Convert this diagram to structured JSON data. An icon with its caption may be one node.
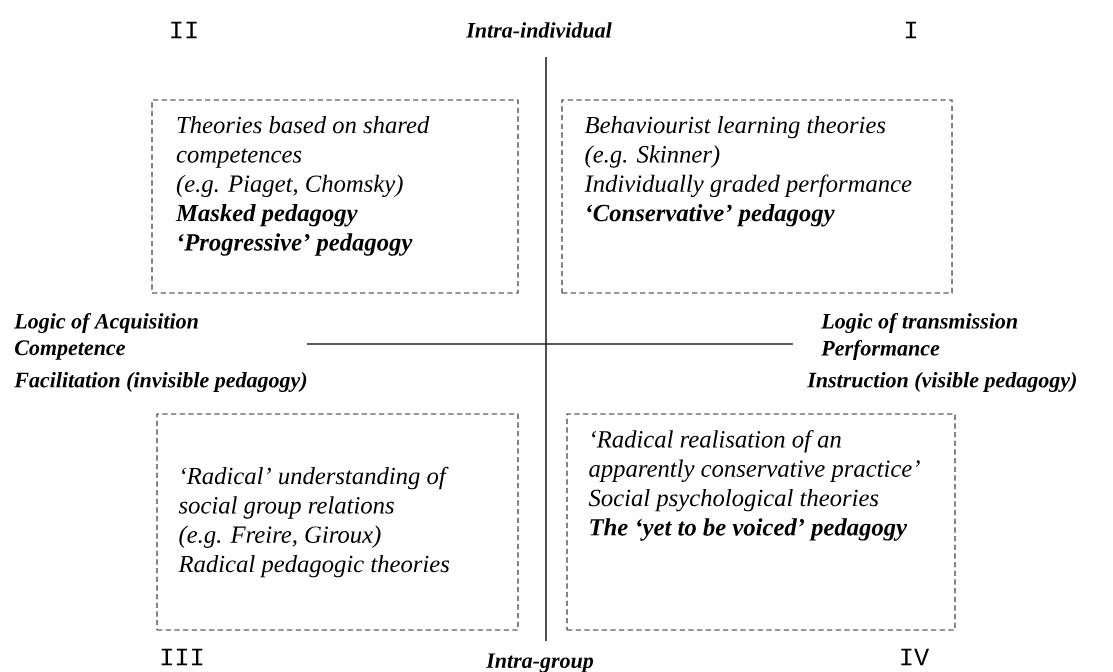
{
  "diagram": {
    "nodes": [
      {
        "text": [
          "Theories based on shared competences",
          "(e.g. Piaget, Chomsky)",
          "Masked pedagogy",
          "‘Progressive’ pedagogy"
        ]
      },
      {
        "text": [
          "Behaviourist learning theories",
          "(e.g. Skinner)",
          "Individually graded performance",
          "‘Conservative’ pedagogy"
        ]
      },
      {
        "text": [
          "‘Radical’ understanding of social group relations",
          "(e.g. Freire, Giroux)",
          "Radical pedagogic theories"
        ]
      },
      {
        "text": [
          "‘Radical realisation of an apparently conservative practice’",
          "Social psychological theories",
          "The ‘yet to be voiced’ pedagogy"
        ]
      }
    ],
    "labels": [
      "II",
      "Intra-individual",
      "I",
      "Logic of Acquisition",
      "Competence",
      "Facilitation (invisible pedagogy)",
      "Logic of transmission",
      "Performance",
      "Instruction (visible pedagogy)",
      "III",
      "Intra-group",
      "IV"
    ]
  }
}
